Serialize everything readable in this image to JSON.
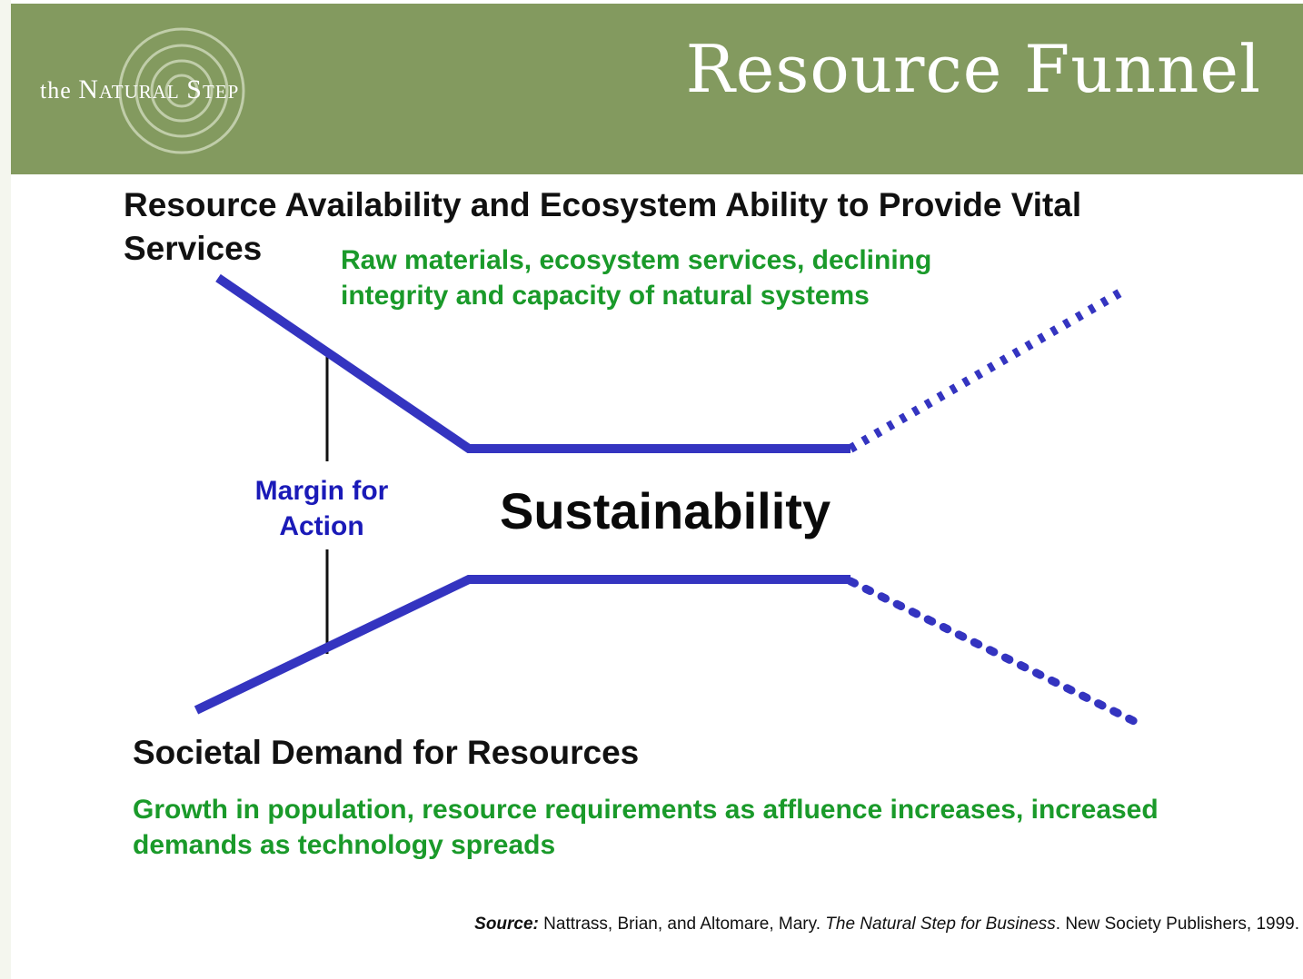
{
  "header": {
    "logo_text": {
      "the": "the",
      "natural": "Natural",
      "step": "Step"
    },
    "title": "Resource Funnel"
  },
  "diagram": {
    "top_heading": "Resource Availability and Ecosystem Ability to Provide Vital Services",
    "top_detail": "Raw materials, ecosystem services, declining integrity and capacity of natural systems",
    "margin_label": "Margin for Action",
    "center_label": "Sustainability",
    "bottom_heading": "Societal Demand for Resources",
    "bottom_detail": "Growth in population, resource requirements as affluence increases, increased demands as technology spreads"
  },
  "source": {
    "label": "Source:",
    "authors": "Nattrass, Brian, and Altomare, Mary.",
    "book": "The Natural Step for Business",
    "publisher": "New Society Publishers, 1999."
  },
  "colors": {
    "header_bg": "#839a5f",
    "line": "#3434c0",
    "green_text": "#1a9a2a",
    "blue_text": "#1a1ab8"
  }
}
